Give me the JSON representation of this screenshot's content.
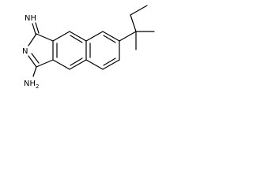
{
  "molecule": {
    "labels": {
      "nh_top": "NH",
      "n_ring": "N",
      "nh2": "NH",
      "nh2_subscript": "2"
    }
  }
}
